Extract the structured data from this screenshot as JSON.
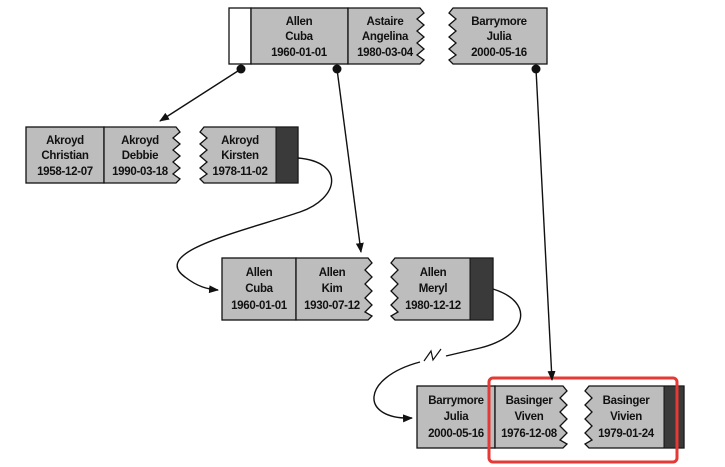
{
  "colors": {
    "cell_fill": "#bdbdbd",
    "highlight": "#e53935",
    "ink": "#111111"
  },
  "nodes": [
    {
      "id": "root",
      "cells": [
        {
          "lines": [
            "Allen",
            "Cuba",
            "1960-01-01"
          ]
        },
        {
          "lines": [
            "Astaire",
            "Angelina",
            "1980-03-04"
          ]
        },
        {
          "lines": [
            "Barrymore",
            "Julia",
            "2000-05-16"
          ]
        }
      ]
    },
    {
      "id": "leaf-akroyd",
      "cells": [
        {
          "lines": [
            "Akroyd",
            "Christian",
            "1958-12-07"
          ]
        },
        {
          "lines": [
            "Akroyd",
            "Debbie",
            "1990-03-18"
          ]
        },
        {
          "lines": [
            "Akroyd",
            "Kirsten",
            "1978-11-02"
          ]
        }
      ]
    },
    {
      "id": "leaf-allen",
      "cells": [
        {
          "lines": [
            "Allen",
            "Cuba",
            "1960-01-01"
          ]
        },
        {
          "lines": [
            "Allen",
            "Kim",
            "1930-07-12"
          ]
        },
        {
          "lines": [
            "Allen",
            "Meryl",
            "1980-12-12"
          ]
        }
      ]
    },
    {
      "id": "leaf-barrymore",
      "cells": [
        {
          "lines": [
            "Barrymore",
            "Julia",
            "2000-05-16"
          ]
        },
        {
          "lines": [
            "Basinger",
            "Viven",
            "1976-12-08"
          ]
        },
        {
          "lines": [
            "Basinger",
            "Vivien",
            "1979-01-24"
          ]
        }
      ]
    }
  ]
}
